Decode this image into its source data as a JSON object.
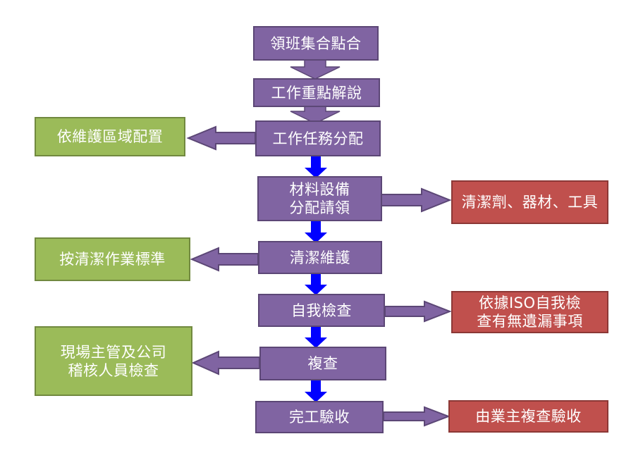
{
  "steps": [
    {
      "label": "領班集合點合"
    },
    {
      "label": "工作重點解說"
    },
    {
      "label": "工作任務分配"
    },
    {
      "lines": [
        "材料設備",
        "分配請領"
      ]
    },
    {
      "label": "清潔維護"
    },
    {
      "label": "自我檢查"
    },
    {
      "label": "複查"
    },
    {
      "label": "完工驗收"
    }
  ],
  "left_notes": [
    {
      "label": "依維護區域配置"
    },
    {
      "label": "按清潔作業標準"
    },
    {
      "lines": [
        "現場主管及公司",
        "稽核人員檢查"
      ]
    }
  ],
  "right_notes": [
    {
      "label": "清潔劑、器材、工具"
    },
    {
      "lines": [
        "依據ISO自我檢",
        "查有無遺漏事項"
      ]
    },
    {
      "label": "由業主複查驗收"
    }
  ],
  "colors": {
    "step_fill": "#8064a2",
    "left_note_fill": "#9bbb59",
    "right_note_fill": "#c0504d",
    "flow_arrow": "#0000ff",
    "side_arrow_fill": "#8064a2"
  }
}
